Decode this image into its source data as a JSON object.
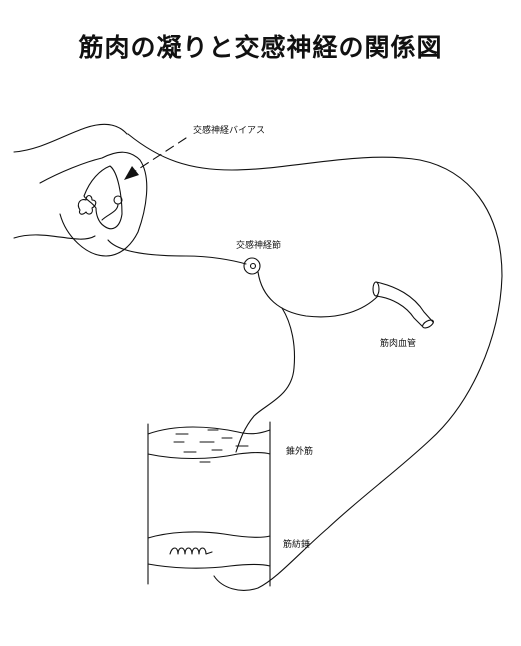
{
  "title": "筋肉の凝りと交感神経の関係図",
  "labels": {
    "bias": "交感神経バイアス",
    "ganglion": "交感神経節",
    "vessel": "筋肉血管",
    "extrafusal": "錐外筋",
    "spindle": "筋紡錘"
  }
}
